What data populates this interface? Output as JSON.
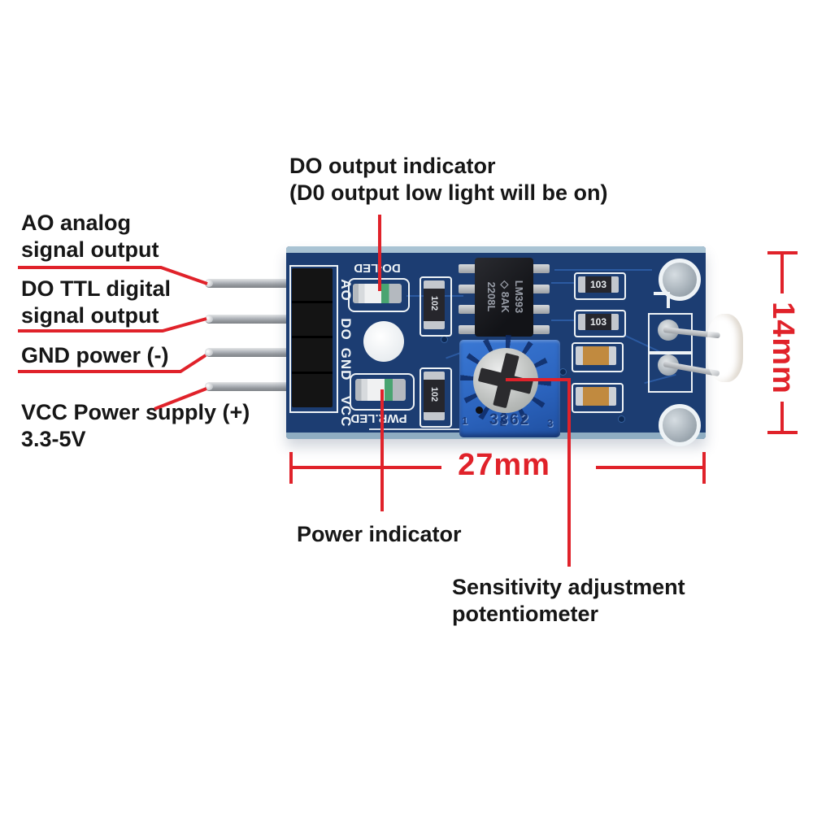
{
  "colors": {
    "accent_red": "#e0222a",
    "pcb_blue": "#1c3d72",
    "pcb_edge_light": "#a9c3d3",
    "potentiometer_blue": "#2e6ac6",
    "silkscreen_white": "#eef3f6",
    "label_black": "#161616"
  },
  "annotations": {
    "do_indicator": {
      "line1": "DO output indicator",
      "line2": "(D0 output low light will be on)"
    },
    "ao": {
      "line1": "AO analog",
      "line2": "signal output"
    },
    "do_ttl": {
      "line1": "DO TTL digital",
      "line2": "signal output"
    },
    "gnd": {
      "line1": "GND power (-)"
    },
    "vcc": {
      "line1": "VCC Power supply (+)",
      "line2": "3.3-5V"
    },
    "power_indicator": "Power indicator",
    "sensitivity": {
      "line1": "Sensitivity adjustment",
      "line2": "potentiometer"
    }
  },
  "dimensions": {
    "width": "27mm",
    "height": "14mm"
  },
  "pcb": {
    "pin_labels": [
      "AO",
      "DO",
      "GND",
      "VCC"
    ],
    "led_labels": {
      "do": "DO-LED",
      "pwr": "PWR.LED"
    },
    "chip": {
      "line1": "LM393",
      "logo": "◇",
      "line2": "8AK",
      "line3": "2208L"
    },
    "potentiometer": {
      "model": "3362",
      "pin1": "1",
      "pin3": "3"
    },
    "resistors": {
      "r1": "102",
      "r2": "102",
      "r3": "103",
      "r4": "103"
    }
  }
}
